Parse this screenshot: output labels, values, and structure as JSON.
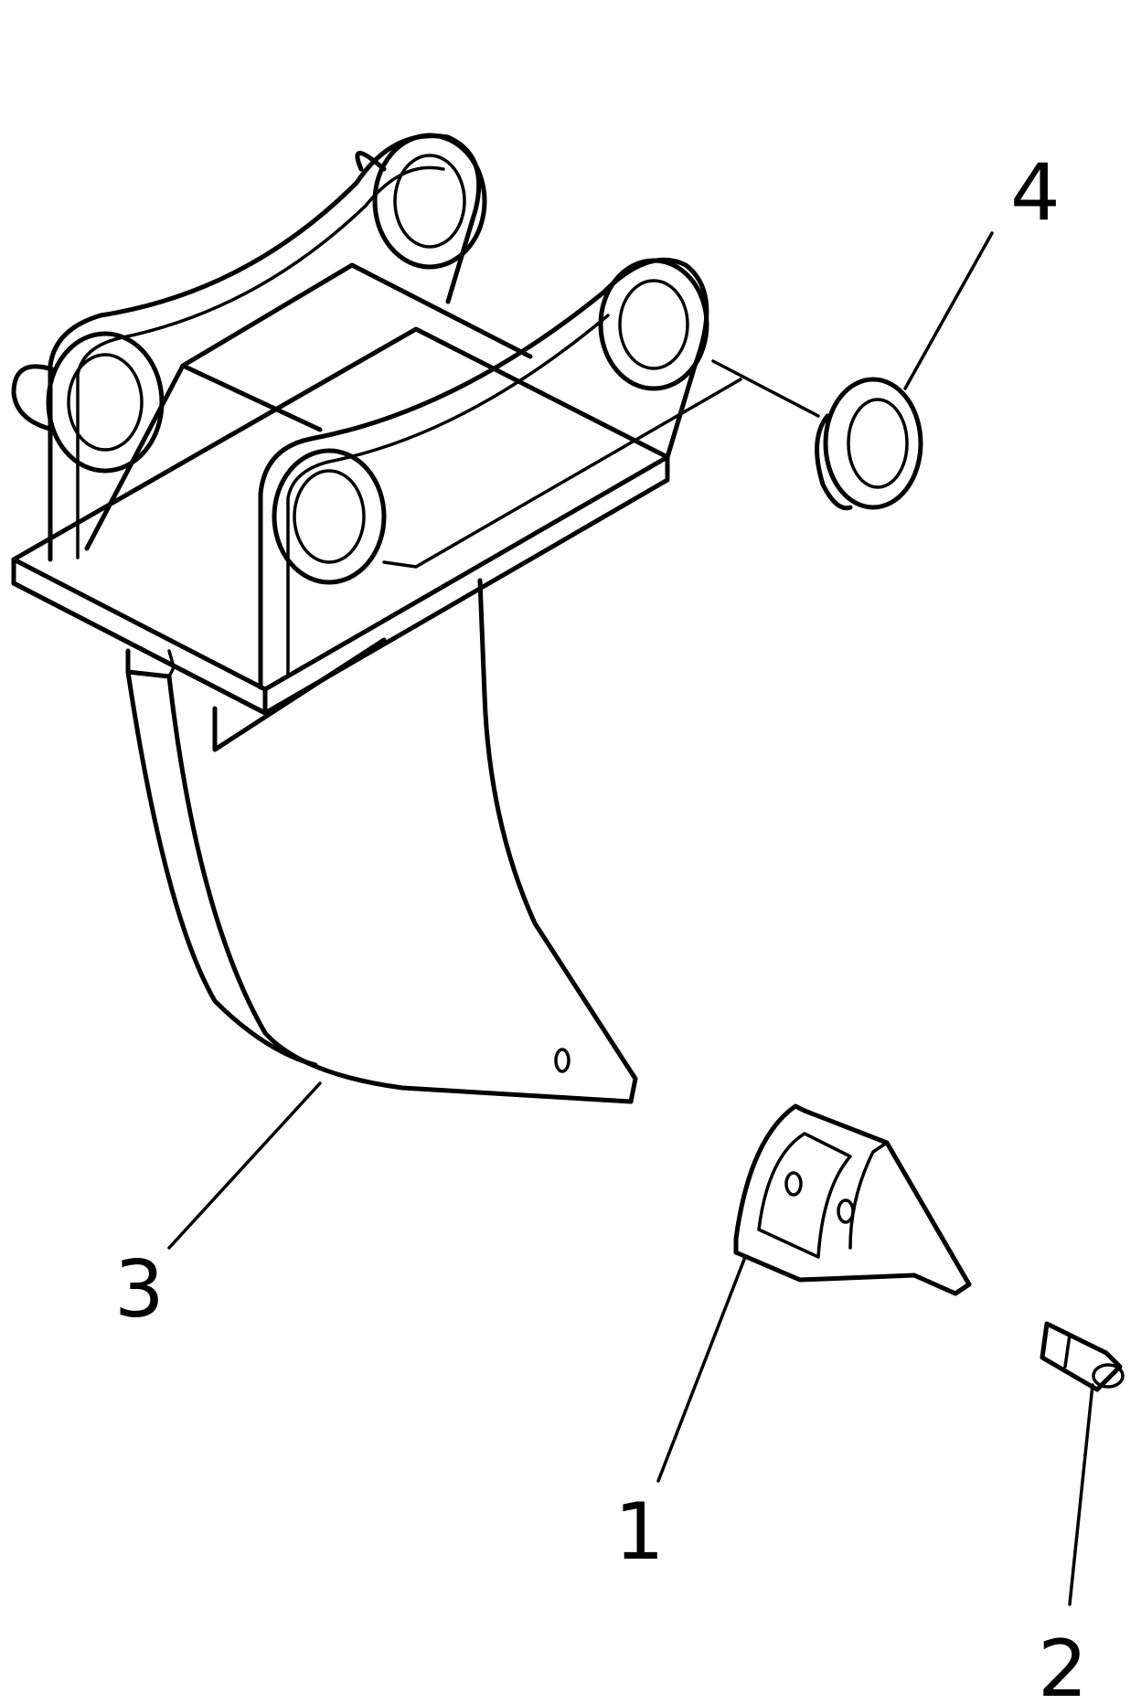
{
  "callouts": {
    "part1": "1",
    "part2": "2",
    "part3": "3",
    "part4": "4"
  },
  "colors": {
    "ink": "#000000",
    "paper": "#ffffff"
  }
}
